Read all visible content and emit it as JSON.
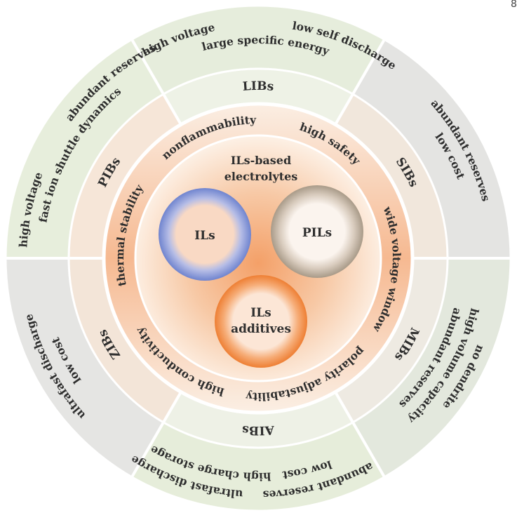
{
  "corner_mark": "8",
  "colors": {
    "outer_ring_light": "#e8efdf",
    "outer_ring_grey": "#e6e6e6",
    "battery_ring": "#f6e9dc",
    "divider": "#ffffff",
    "core_center": "#f3a36a",
    "ils_ring": "#7c8fd1",
    "pils_ring": "#b4a896",
    "additives_ring": "#f08a3c",
    "text": "#2e2e2e"
  },
  "center": {
    "title_line1": "ILs-based",
    "title_line2": "electrolytes",
    "circles": [
      {
        "label": "ILs"
      },
      {
        "label": "PILs"
      },
      {
        "label_line1": "ILs",
        "label_line2": "additives"
      }
    ]
  },
  "properties": [
    "nonflammability",
    "high safety",
    "wide voltage window",
    "polarity adjustability",
    "high conductivity",
    "thermal stability"
  ],
  "batteries": [
    {
      "name": "LIBs",
      "features": [
        "high voltage",
        "low self discharge",
        "large specific energy"
      ]
    },
    {
      "name": "SIBs",
      "features": [
        "abundant reserves",
        "low cost"
      ]
    },
    {
      "name": "MIBs",
      "features": [
        "no dendrite",
        "high volume capacity",
        "abundant reserves"
      ]
    },
    {
      "name": "AIBs",
      "features": [
        "abundant reserves",
        "low cost",
        "ultrafast discharge",
        "high charge storage"
      ]
    },
    {
      "name": "ZIBs",
      "features": [
        "ultrafast discharge",
        "low cost"
      ]
    },
    {
      "name": "PIBs",
      "features": [
        "abundant reserves",
        "high voltage",
        "fast ion shuttle dynamics"
      ]
    }
  ]
}
